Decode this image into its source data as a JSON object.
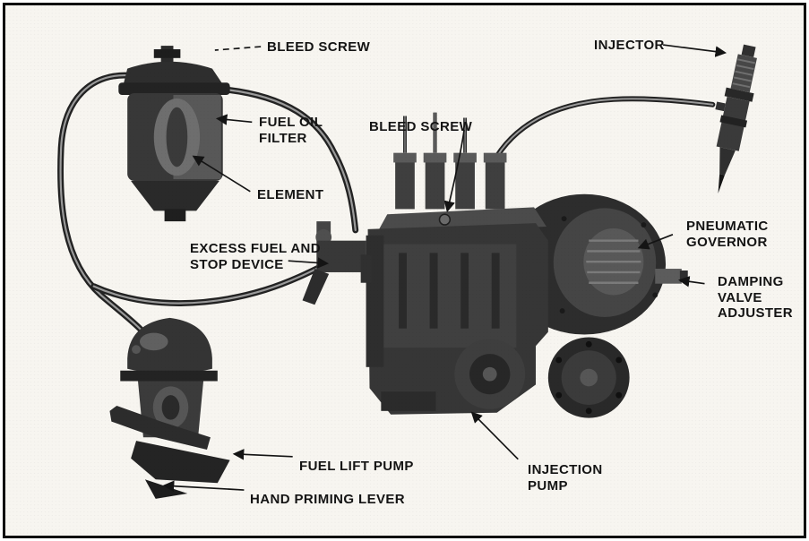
{
  "colors": {
    "paper": "#f7f5f0",
    "ink": "#141414",
    "frame": "#0d0d0d"
  },
  "labels": {
    "bleed_screw_top": "BLEED SCREW",
    "injector": "INJECTOR",
    "fuel_oil_filter": "FUEL OIL\nFILTER",
    "bleed_screw_pump": "BLEED SCREW",
    "element": "ELEMENT",
    "excess_fuel_stop": "EXCESS FUEL AND\nSTOP DEVICE",
    "pneumatic_governor": "PNEUMATIC\nGOVERNOR",
    "damping_valve_adjuster": "DAMPING\nVALVE\nADJUSTER",
    "fuel_lift_pump": "FUEL LIFT PUMP",
    "hand_priming_lever": "HAND PRIMING LEVER",
    "injection_pump": "INJECTION\nPUMP"
  },
  "components": [
    "fuel-oil-filter",
    "filter-element",
    "injector",
    "injection-pump",
    "pneumatic-governor",
    "damping-valve-adjuster",
    "excess-fuel-and-stop-device",
    "fuel-lift-pump",
    "hand-priming-lever",
    "fuel-pipes"
  ]
}
